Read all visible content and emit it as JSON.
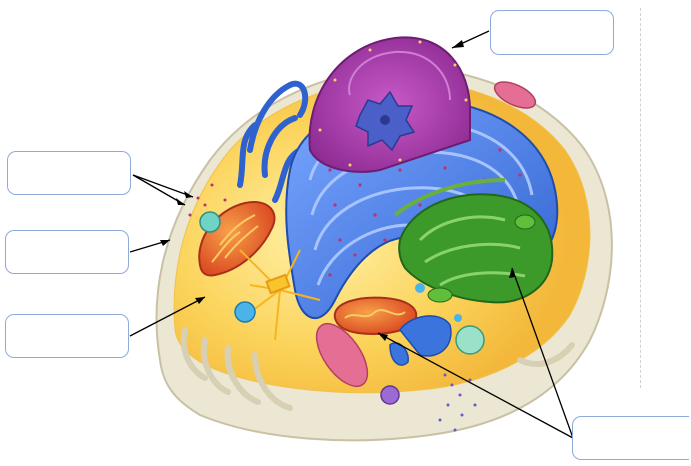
{
  "figure": {
    "subject": "animal-cell",
    "colors": {
      "cytoplasm": "#fbd35a",
      "membrane": "#ece7d2",
      "nucleus": "#a63aa8",
      "nucleolus": "#4a5fc8",
      "endoplasmic_reticulum": "#4d7fe0",
      "golgi": "#2e6ed0",
      "mitochondria": "#e5512a",
      "chloroplast_like": "#3c9a2a",
      "label_border": "#8eaadb",
      "arrow": "#000000"
    }
  },
  "labels": [
    {
      "id": "nucleus",
      "text": ""
    },
    {
      "id": "ribosomes",
      "text": ""
    },
    {
      "id": "cell-membrane",
      "text": ""
    },
    {
      "id": "cytoplasm",
      "text": ""
    },
    {
      "id": "organelle",
      "text": ""
    }
  ]
}
